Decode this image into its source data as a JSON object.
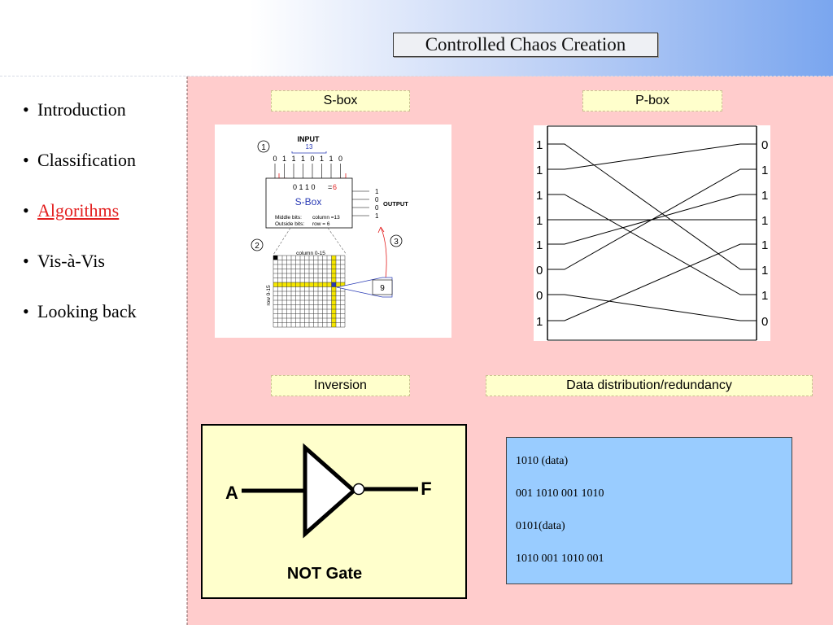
{
  "slide": {
    "title": "Controlled Chaos Creation"
  },
  "nav": {
    "items": [
      {
        "label": "Introduction",
        "active": false
      },
      {
        "label": "Classification",
        "active": false
      },
      {
        "label": "Algorithms",
        "active": true
      },
      {
        "label": "Vis-à-Vis",
        "active": false
      },
      {
        "label": "Looking back",
        "active": false
      }
    ]
  },
  "sections": {
    "sbox_label": "S-box",
    "pbox_label": "P-box",
    "inversion_label": "Inversion",
    "distribution_label": "Data distribution/redundancy"
  },
  "sbox_diagram": {
    "input_label": "INPUT",
    "input_value": "13",
    "input_bits": [
      "0",
      "1",
      "1",
      "1",
      "0",
      "1",
      "1",
      "0"
    ],
    "box_label": "S-Box",
    "middle_bits": "0 1 1 0",
    "middle_eq": "=",
    "middle_result": "6",
    "middle_bits_text": "Middle bits:",
    "outside_bits_text": "Outside bits:",
    "column_text": "column =13",
    "row_text": "row = 6",
    "output_label": "OUTPUT",
    "output_bits": [
      "1",
      "0",
      "0",
      "1"
    ],
    "column_axis": "column 0-15",
    "row_axis": "row 0-15",
    "lookup_value": "9",
    "step_markers": [
      "1",
      "2",
      "3"
    ]
  },
  "pbox_diagram": {
    "left_bits": [
      "1",
      "1",
      "1",
      "1",
      "1",
      "0",
      "0",
      "1"
    ],
    "right_bits": [
      "0",
      "1",
      "1",
      "1",
      "1",
      "1",
      "1",
      "0"
    ]
  },
  "not_gate": {
    "input_label": "A",
    "output_label": "F",
    "caption": "NOT Gate"
  },
  "data_distribution": {
    "lines": [
      "1010 (data)",
      "001 1010 001 1010",
      "0101(data)",
      "1010 001 1010 001"
    ]
  },
  "colors": {
    "accent_link": "#e31e1e",
    "content_bg": "#ffcccc",
    "label_bg": "#ffffcc",
    "data_box_bg": "#99ccff",
    "gate_bg": "#ffffcc"
  }
}
